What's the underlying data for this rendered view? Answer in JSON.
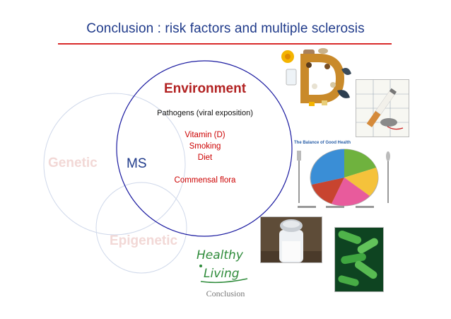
{
  "slide": {
    "title": "Conclusion : risk factors and multiple sclerosis",
    "footer": "Conclusion"
  },
  "venn": {
    "environment": {
      "label": "Environment",
      "pathogens": "Pathogens (viral exposition)",
      "factors": [
        "Vitamin (D)",
        "Smoking",
        "Diet"
      ],
      "flora": "Commensal flora"
    },
    "genetic": {
      "label": "Genetic"
    },
    "epigenetic": {
      "label": "Epigenetic"
    },
    "center": {
      "label": "MS"
    }
  },
  "images": {
    "vitamin_d": {
      "icon": "vitamin-d-foods-icon",
      "letter": "D"
    },
    "cigarette": {
      "icon": "cigarette-icon"
    },
    "plate": {
      "icon": "balanced-diet-plate-icon",
      "caption": "The Balance of Good Health"
    },
    "salt": {
      "icon": "salt-shaker-icon"
    },
    "bacteria": {
      "icon": "bacteria-icon"
    },
    "healthy_living": {
      "line1": "Healthy",
      "line2": "Living"
    }
  },
  "colors": {
    "title": "#1f3a8a",
    "rule": "#d92b2b",
    "environment": "#b22222",
    "environment_circle": "#1a1aa0",
    "faded_circle": "#cfd8ea",
    "faded_label": "#f2d8d6",
    "healthy_green": "#2e8b3a"
  }
}
